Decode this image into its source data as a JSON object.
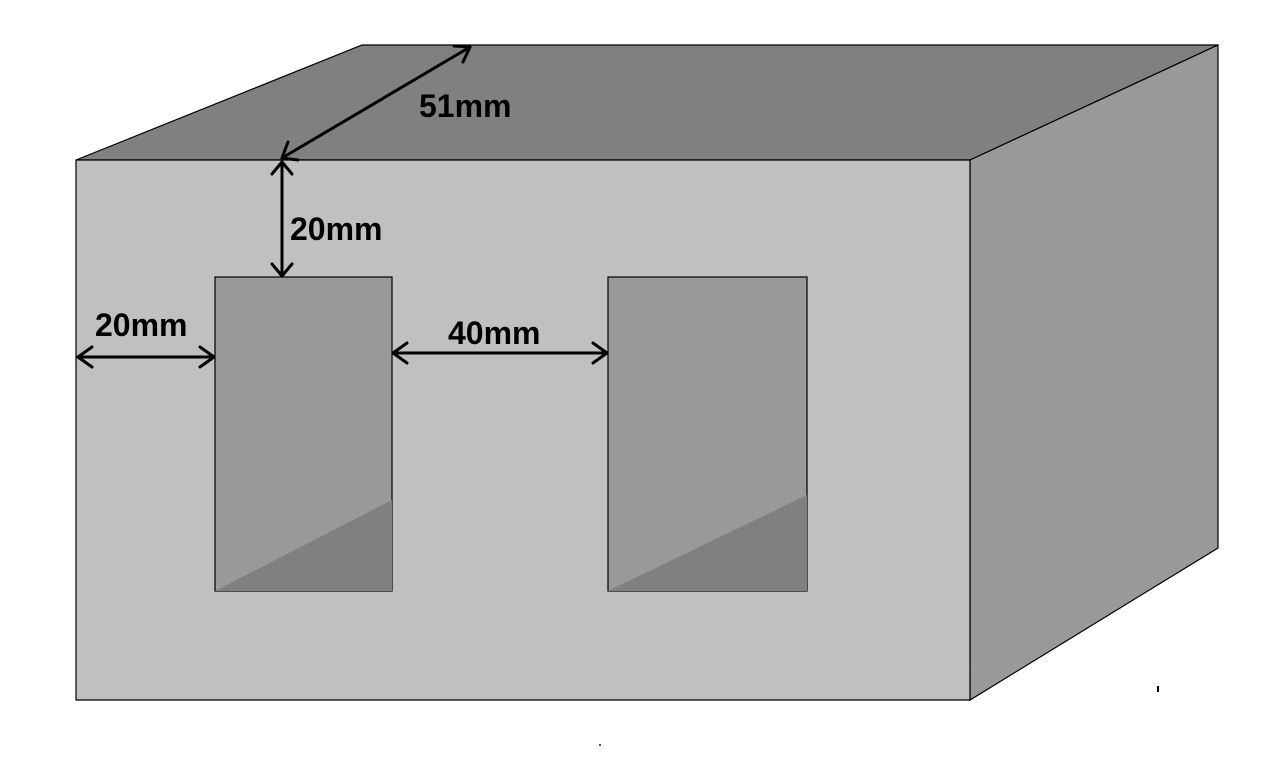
{
  "colors": {
    "front_face": "#c0c0c0",
    "top_face": "#808080",
    "side_face": "#999999",
    "hole_face": "#999999",
    "hole_shadow": "#808080",
    "outline": "#000000"
  },
  "dimensions": {
    "depth": "51mm",
    "top_margin": "20mm",
    "left_margin": "20mm",
    "hole_gap": "40mm"
  }
}
